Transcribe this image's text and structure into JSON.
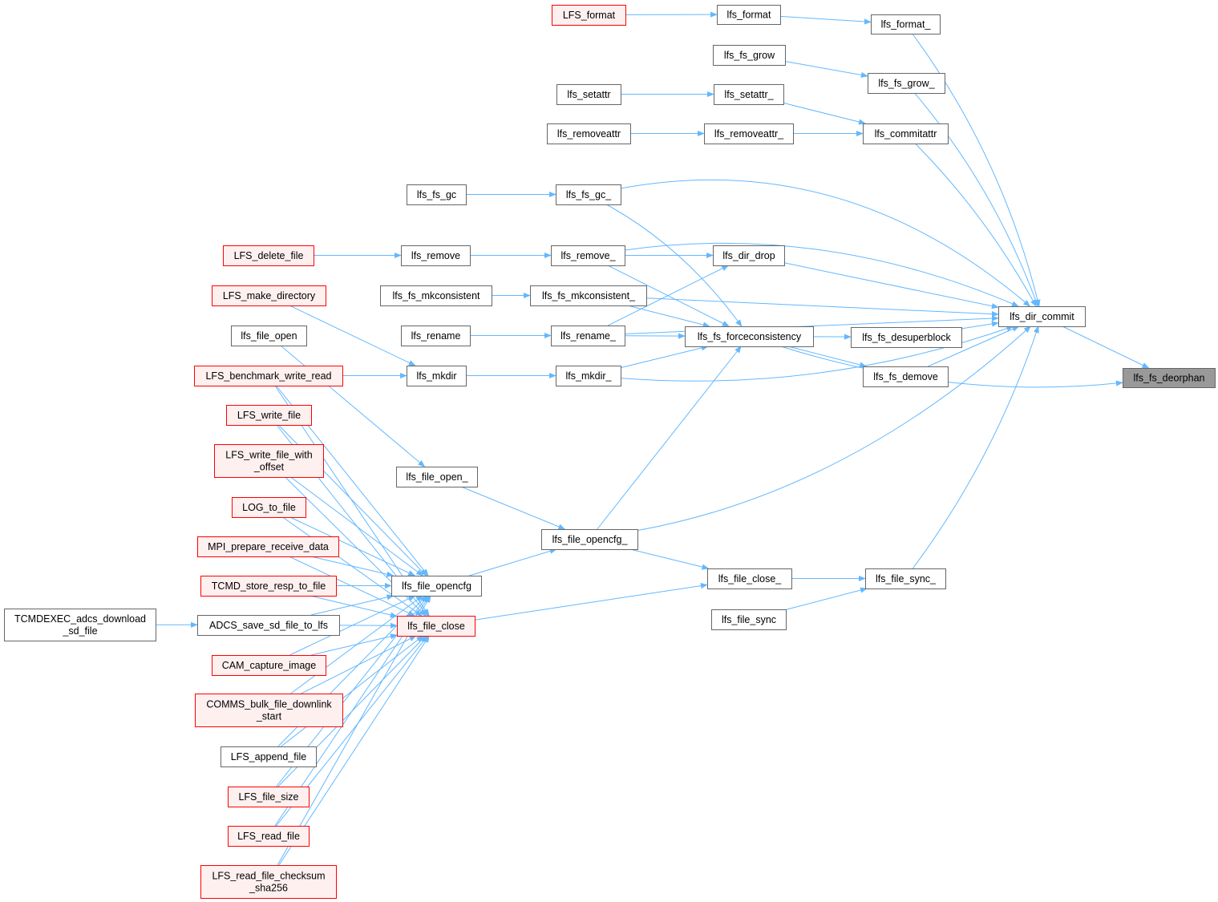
{
  "colors": {
    "edge": "#63b8ff",
    "border_default": "#666666",
    "fill_default": "#ffffff",
    "border_truncated": "#ff0000",
    "fill_truncated": "#fff0f0",
    "border_root": "#666666",
    "fill_root": "#999999"
  },
  "nodes": [
    {
      "id": "deorphan",
      "lines": [
        "lfs_fs_deorphan"
      ],
      "style": "root"
    },
    {
      "id": "dir_commit",
      "lines": [
        "lfs_dir_commit"
      ],
      "style": "default"
    },
    {
      "id": "format_",
      "lines": [
        "lfs_format_"
      ],
      "style": "default"
    },
    {
      "id": "format",
      "lines": [
        "lfs_format"
      ],
      "style": "default"
    },
    {
      "id": "LFS_format",
      "lines": [
        "LFS_format"
      ],
      "style": "truncated"
    },
    {
      "id": "fs_grow",
      "lines": [
        "lfs_fs_grow"
      ],
      "style": "default"
    },
    {
      "id": "fs_grow_",
      "lines": [
        "lfs_fs_grow_"
      ],
      "style": "default"
    },
    {
      "id": "setattr",
      "lines": [
        "lfs_setattr"
      ],
      "style": "default"
    },
    {
      "id": "setattr_",
      "lines": [
        "lfs_setattr_"
      ],
      "style": "default"
    },
    {
      "id": "removeattr",
      "lines": [
        "lfs_removeattr"
      ],
      "style": "default"
    },
    {
      "id": "removeattr_",
      "lines": [
        "lfs_removeattr_"
      ],
      "style": "default"
    },
    {
      "id": "commitattr",
      "lines": [
        "lfs_commitattr"
      ],
      "style": "default"
    },
    {
      "id": "fs_gc",
      "lines": [
        "lfs_fs_gc"
      ],
      "style": "default"
    },
    {
      "id": "fs_gc_",
      "lines": [
        "lfs_fs_gc_"
      ],
      "style": "default"
    },
    {
      "id": "LFS_delete_file",
      "lines": [
        "LFS_delete_file"
      ],
      "style": "truncated"
    },
    {
      "id": "remove",
      "lines": [
        "lfs_remove"
      ],
      "style": "default"
    },
    {
      "id": "remove_",
      "lines": [
        "lfs_remove_"
      ],
      "style": "default"
    },
    {
      "id": "dir_drop",
      "lines": [
        "lfs_dir_drop"
      ],
      "style": "default"
    },
    {
      "id": "LFS_make_directory",
      "lines": [
        "LFS_make_directory"
      ],
      "style": "truncated"
    },
    {
      "id": "fs_mkconsistent",
      "lines": [
        "lfs_fs_mkconsistent"
      ],
      "style": "default"
    },
    {
      "id": "fs_mkconsistent_",
      "lines": [
        "lfs_fs_mkconsistent_"
      ],
      "style": "default"
    },
    {
      "id": "file_open",
      "lines": [
        "lfs_file_open"
      ],
      "style": "default"
    },
    {
      "id": "rename",
      "lines": [
        "lfs_rename"
      ],
      "style": "default"
    },
    {
      "id": "rename_",
      "lines": [
        "lfs_rename_"
      ],
      "style": "default"
    },
    {
      "id": "forceconsistency",
      "lines": [
        "lfs_fs_forceconsistency"
      ],
      "style": "default"
    },
    {
      "id": "desuperblock",
      "lines": [
        "lfs_fs_desuperblock"
      ],
      "style": "default"
    },
    {
      "id": "LFS_benchmark",
      "lines": [
        "LFS_benchmark_write_read"
      ],
      "style": "truncated"
    },
    {
      "id": "mkdir",
      "lines": [
        "lfs_mkdir"
      ],
      "style": "default"
    },
    {
      "id": "mkdir_",
      "lines": [
        "lfs_mkdir_"
      ],
      "style": "default"
    },
    {
      "id": "demove",
      "lines": [
        "lfs_fs_demove"
      ],
      "style": "default"
    },
    {
      "id": "LFS_write_file",
      "lines": [
        "LFS_write_file"
      ],
      "style": "truncated"
    },
    {
      "id": "LFS_write_offset",
      "lines": [
        "LFS_write_file_with",
        "_offset"
      ],
      "style": "truncated"
    },
    {
      "id": "file_open_",
      "lines": [
        "lfs_file_open_"
      ],
      "style": "default"
    },
    {
      "id": "LOG_to_file",
      "lines": [
        "LOG_to_file"
      ],
      "style": "truncated"
    },
    {
      "id": "file_opencfg_",
      "lines": [
        "lfs_file_opencfg_"
      ],
      "style": "default"
    },
    {
      "id": "MPI_prepare",
      "lines": [
        "MPI_prepare_receive_data"
      ],
      "style": "truncated"
    },
    {
      "id": "file_close_",
      "lines": [
        "lfs_file_close_"
      ],
      "style": "default"
    },
    {
      "id": "file_sync_",
      "lines": [
        "lfs_file_sync_"
      ],
      "style": "default"
    },
    {
      "id": "TCMD_store",
      "lines": [
        "TCMD_store_resp_to_file"
      ],
      "style": "truncated"
    },
    {
      "id": "file_opencfg",
      "lines": [
        "lfs_file_opencfg"
      ],
      "style": "default"
    },
    {
      "id": "TCMDEXEC",
      "lines": [
        "TCMDEXEC_adcs_download",
        "_sd_file"
      ],
      "style": "default"
    },
    {
      "id": "ADCS_save",
      "lines": [
        "ADCS_save_sd_file_to_lfs"
      ],
      "style": "default"
    },
    {
      "id": "file_close",
      "lines": [
        "lfs_file_close"
      ],
      "style": "truncated"
    },
    {
      "id": "file_sync",
      "lines": [
        "lfs_file_sync"
      ],
      "style": "default"
    },
    {
      "id": "CAM_capture",
      "lines": [
        "CAM_capture_image"
      ],
      "style": "truncated"
    },
    {
      "id": "COMMS_bulk",
      "lines": [
        "COMMS_bulk_file_downlink",
        "_start"
      ],
      "style": "truncated"
    },
    {
      "id": "LFS_append",
      "lines": [
        "LFS_append_file"
      ],
      "style": "default"
    },
    {
      "id": "LFS_file_size",
      "lines": [
        "LFS_file_size"
      ],
      "style": "truncated"
    },
    {
      "id": "LFS_read_file",
      "lines": [
        "LFS_read_file"
      ],
      "style": "truncated"
    },
    {
      "id": "LFS_read_checksum",
      "lines": [
        "LFS_read_file_checksum",
        "_sha256"
      ],
      "style": "truncated"
    }
  ],
  "edges": [
    [
      "dir_commit",
      "deorphan"
    ],
    [
      "forceconsistency",
      "deorphan"
    ],
    [
      "format_",
      "dir_commit"
    ],
    [
      "fs_grow_",
      "dir_commit"
    ],
    [
      "commitattr",
      "dir_commit"
    ],
    [
      "fs_gc_",
      "dir_commit"
    ],
    [
      "remove_",
      "dir_commit"
    ],
    [
      "dir_drop",
      "dir_commit"
    ],
    [
      "fs_mkconsistent_",
      "dir_commit"
    ],
    [
      "rename_",
      "dir_commit"
    ],
    [
      "mkdir_",
      "dir_commit"
    ],
    [
      "desuperblock",
      "dir_commit"
    ],
    [
      "demove",
      "dir_commit"
    ],
    [
      "file_opencfg_",
      "dir_commit"
    ],
    [
      "file_sync_",
      "dir_commit"
    ],
    [
      "format",
      "format_"
    ],
    [
      "LFS_format",
      "format"
    ],
    [
      "fs_grow",
      "fs_grow_"
    ],
    [
      "setattr",
      "setattr_"
    ],
    [
      "setattr_",
      "commitattr"
    ],
    [
      "removeattr",
      "removeattr_"
    ],
    [
      "removeattr_",
      "commitattr"
    ],
    [
      "fs_gc",
      "fs_gc_"
    ],
    [
      "fs_gc_",
      "forceconsistency"
    ],
    [
      "LFS_delete_file",
      "remove"
    ],
    [
      "remove",
      "remove_"
    ],
    [
      "remove_",
      "dir_drop"
    ],
    [
      "remove_",
      "forceconsistency"
    ],
    [
      "rename_",
      "dir_drop"
    ],
    [
      "fs_mkconsistent",
      "fs_mkconsistent_"
    ],
    [
      "fs_mkconsistent_",
      "forceconsistency"
    ],
    [
      "rename",
      "rename_"
    ],
    [
      "rename_",
      "forceconsistency"
    ],
    [
      "mkdir_",
      "forceconsistency"
    ],
    [
      "file_opencfg_",
      "forceconsistency"
    ],
    [
      "forceconsistency",
      "desuperblock"
    ],
    [
      "forceconsistency",
      "demove"
    ],
    [
      "LFS_make_directory",
      "mkdir"
    ],
    [
      "LFS_benchmark",
      "mkdir"
    ],
    [
      "mkdir",
      "mkdir_"
    ],
    [
      "file_open",
      "file_open_"
    ],
    [
      "file_open_",
      "file_opencfg_"
    ],
    [
      "file_opencfg",
      "file_opencfg_"
    ],
    [
      "file_opencfg_",
      "file_close_"
    ],
    [
      "file_close_",
      "file_sync_"
    ],
    [
      "file_sync",
      "file_sync_"
    ],
    [
      "file_close",
      "file_close_"
    ],
    [
      "TCMDEXEC",
      "ADCS_save"
    ],
    [
      "LFS_benchmark",
      "file_opencfg"
    ],
    [
      "LFS_write_file",
      "file_opencfg"
    ],
    [
      "LFS_write_offset",
      "file_opencfg"
    ],
    [
      "LOG_to_file",
      "file_opencfg"
    ],
    [
      "MPI_prepare",
      "file_opencfg"
    ],
    [
      "TCMD_store",
      "file_opencfg"
    ],
    [
      "ADCS_save",
      "file_opencfg"
    ],
    [
      "CAM_capture",
      "file_opencfg"
    ],
    [
      "COMMS_bulk",
      "file_opencfg"
    ],
    [
      "LFS_append",
      "file_opencfg"
    ],
    [
      "LFS_file_size",
      "file_opencfg"
    ],
    [
      "LFS_read_file",
      "file_opencfg"
    ],
    [
      "LFS_read_checksum",
      "file_opencfg"
    ],
    [
      "LFS_benchmark",
      "file_close"
    ],
    [
      "LFS_write_file",
      "file_close"
    ],
    [
      "LFS_write_offset",
      "file_close"
    ],
    [
      "LOG_to_file",
      "file_close"
    ],
    [
      "MPI_prepare",
      "file_close"
    ],
    [
      "TCMD_store",
      "file_close"
    ],
    [
      "ADCS_save",
      "file_close"
    ],
    [
      "CAM_capture",
      "file_close"
    ],
    [
      "COMMS_bulk",
      "file_close"
    ],
    [
      "LFS_append",
      "file_close"
    ],
    [
      "LFS_file_size",
      "file_close"
    ],
    [
      "LFS_read_file",
      "file_close"
    ],
    [
      "LFS_read_checksum",
      "file_close"
    ]
  ]
}
